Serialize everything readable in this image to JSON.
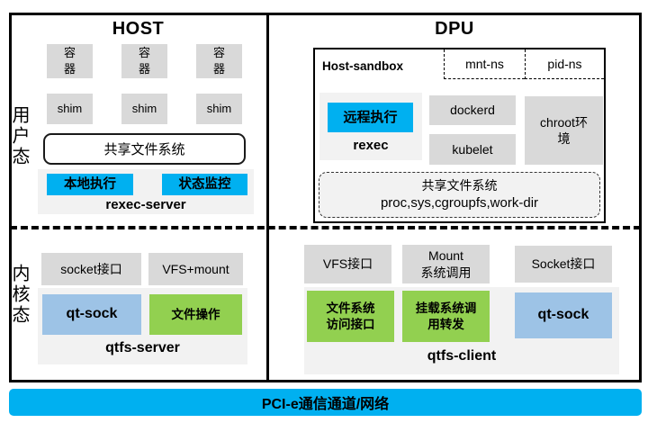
{
  "host": {
    "title": "HOST",
    "user_mode_label": "用户态",
    "kernel_mode_label": "内核态",
    "containers": [
      "容器",
      "容器",
      "容器"
    ],
    "shims": [
      "shim",
      "shim",
      "shim"
    ],
    "shared_fs_label": "共享文件系统",
    "rexec_server": {
      "local_exec": "本地执行",
      "status_monitor": "状态监控",
      "label": "rexec-server"
    },
    "kernel": {
      "socket_interface": "socket接口",
      "vfs_mount": "VFS+mount",
      "qtfs_server": {
        "qt_sock": "qt-sock",
        "file_ops": "文件操作",
        "label": "qtfs-server"
      }
    }
  },
  "dpu": {
    "title": "DPU",
    "host_sandbox": {
      "label": "Host-sandbox",
      "mnt_ns": "mnt-ns",
      "pid_ns": "pid-ns",
      "rexec": {
        "remote_exec": "远程执行",
        "label": "rexec"
      },
      "dockerd": "dockerd",
      "kubelet": "kubelet",
      "chroot_env": "chroot环境",
      "shared_fs": {
        "line1": "共享文件系统",
        "line2": "proc,sys,cgroupfs,work-dir"
      }
    },
    "kernel": {
      "vfs_interface": "VFS接口",
      "mount_syscall": {
        "line1": "Mount",
        "line2": "系统调用"
      },
      "socket_interface": "Socket接口",
      "qtfs_client": {
        "fs_access": {
          "line1": "文件系统",
          "line2": "访问接口"
        },
        "mount_forward": {
          "line1": "挂载系统调",
          "line2": "用转发"
        },
        "qt_sock": "qt-sock",
        "label": "qtfs-client"
      }
    }
  },
  "bottom_bar": {
    "label": "PCI-e通信通道/网络"
  },
  "colors": {
    "accent_cyan": "#00B0F0",
    "light_blue": "#9DC3E6",
    "green": "#92D050",
    "box_gray": "#D9D9D9",
    "panel_gray": "#F2F2F2"
  }
}
